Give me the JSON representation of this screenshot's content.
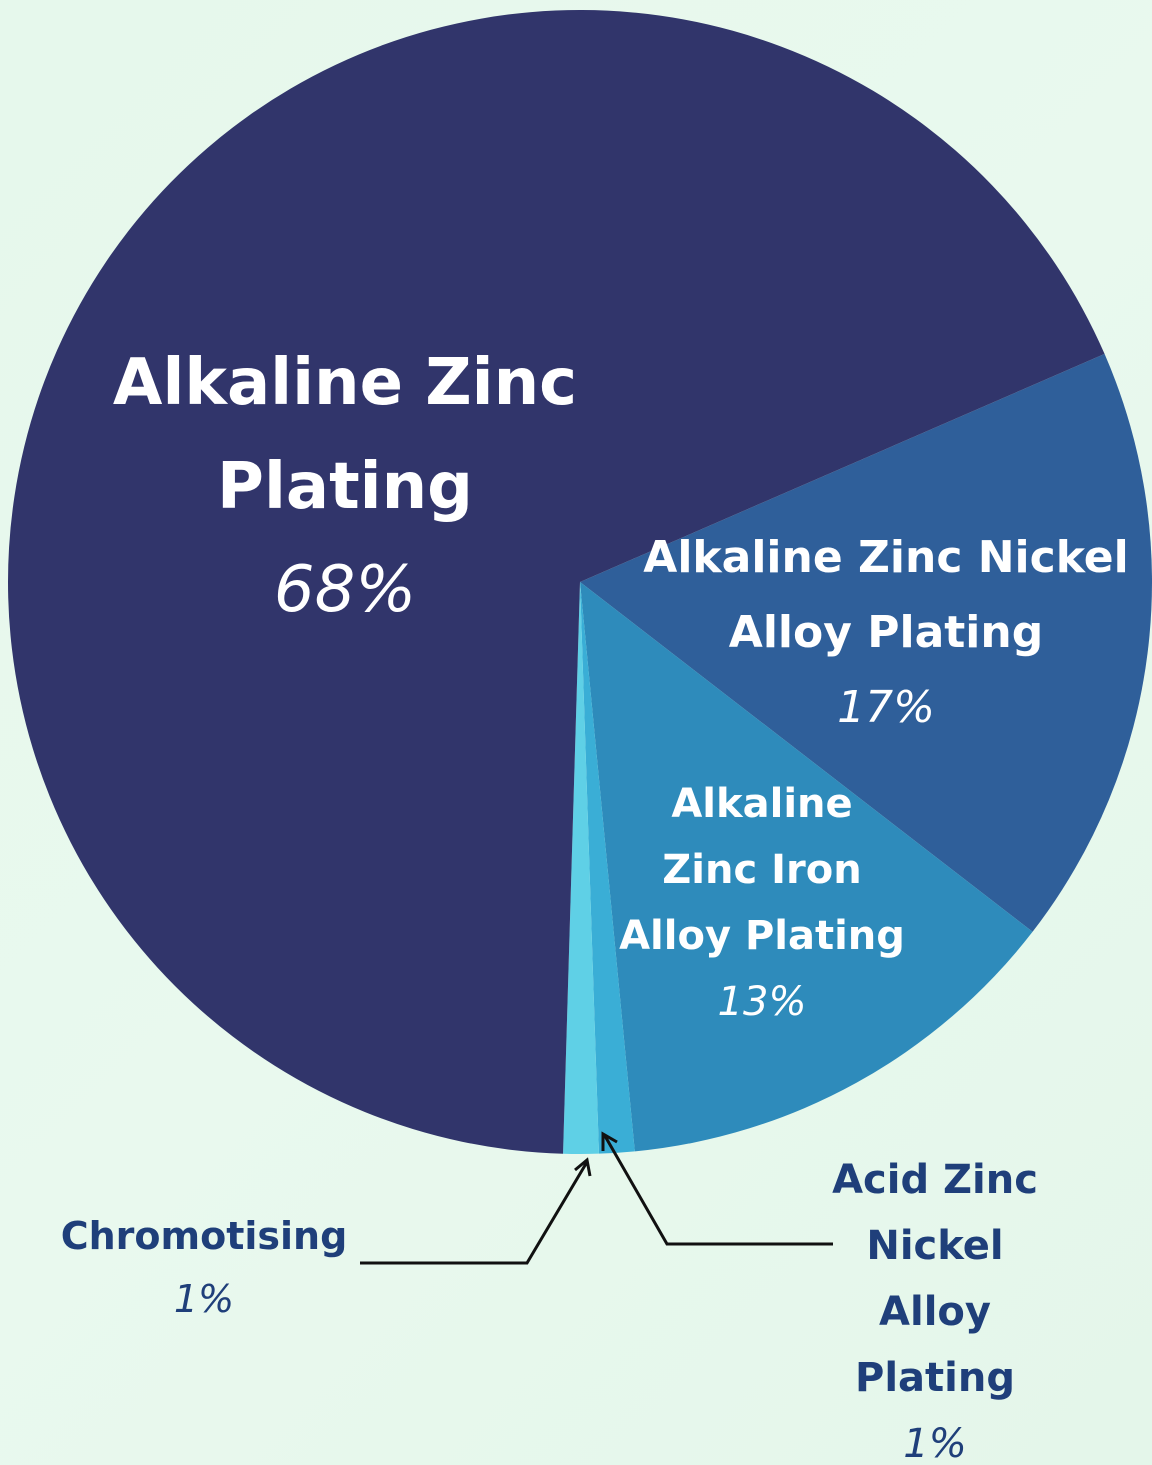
{
  "chart_data": {
    "type": "pie",
    "slices": [
      {
        "label": [
          "Alkaline Zinc",
          "Plating"
        ],
        "percent_label": "68%",
        "value": 68,
        "color": "#31356b"
      },
      {
        "label": [
          "Alkaline Zinc Nickel",
          "Alloy Plating"
        ],
        "percent_label": "17%",
        "value": 17,
        "color": "#2f5f9a"
      },
      {
        "label": [
          "Alkaline",
          "Zinc Iron",
          "Alloy Plating"
        ],
        "percent_label": "13%",
        "value": 13,
        "color": "#2e8bbb"
      },
      {
        "label": [
          "Acid Zinc",
          "Nickel",
          "Alloy",
          "Plating"
        ],
        "percent_label": "1%",
        "value": 1,
        "color": "#3aaed6"
      },
      {
        "label": [
          "Chromotising"
        ],
        "percent_label": "1%",
        "value": 1,
        "color": "#5fd0e6"
      }
    ],
    "external_label_color": "#1f3f7a"
  }
}
